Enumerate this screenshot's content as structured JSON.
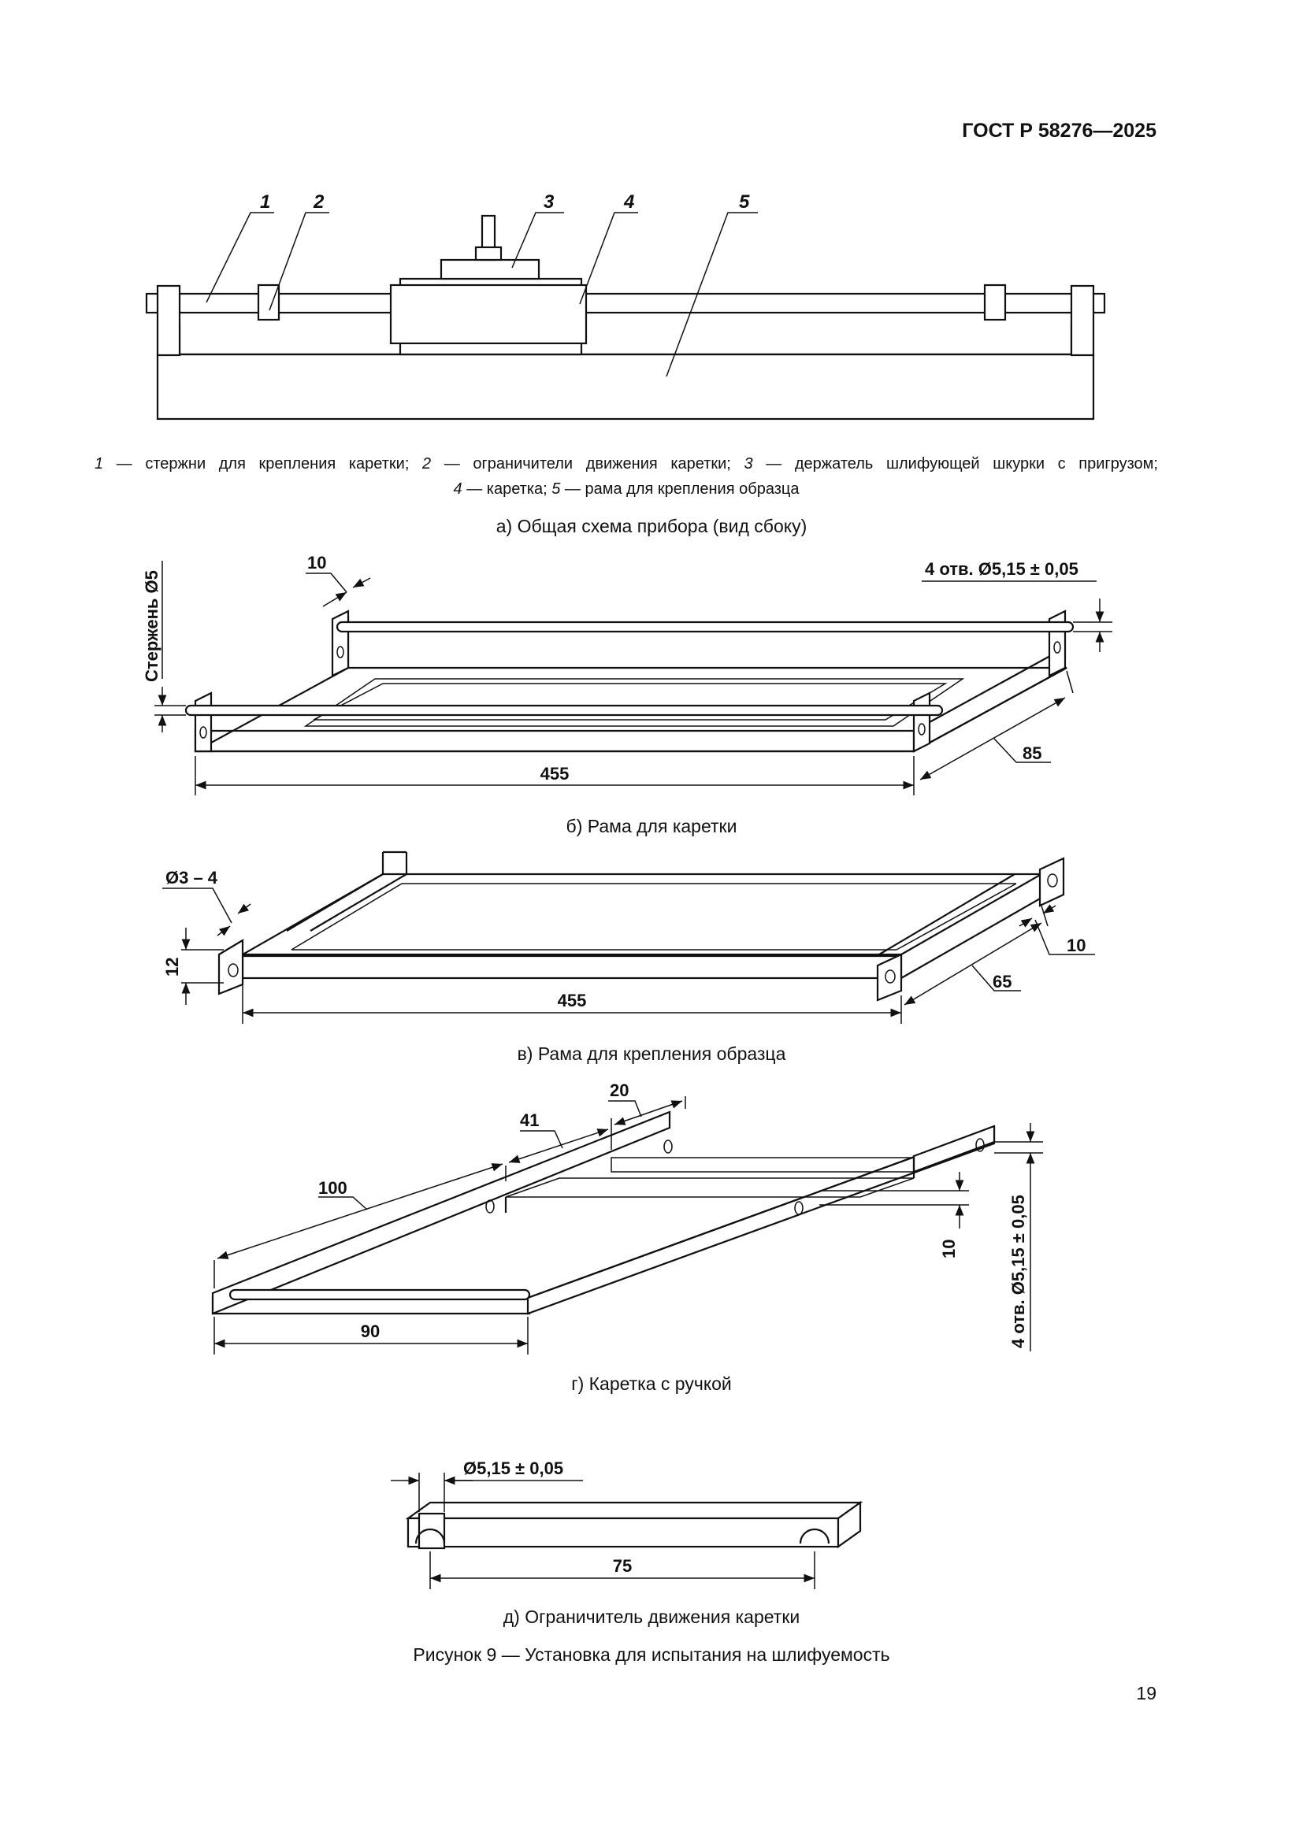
{
  "header": {
    "standard": "ГОСТ Р 58276—2025"
  },
  "figure_a": {
    "callouts": [
      "1",
      "2",
      "3",
      "4",
      "5"
    ],
    "legend": {
      "n1": "1",
      "t1": " — стержни для крепления каретки; ",
      "n2": "2",
      "t2": " — ограничители движения каретки; ",
      "n3": "3",
      "t3": " — держатель шлифующей шкурки с пригрузом;",
      "n4": "4",
      "t4": " — каретка; ",
      "n5": "5",
      "t5": " — рама для крепления образца"
    },
    "caption": "а) Общая схема прибора (вид сбоку)"
  },
  "figure_b": {
    "dims": {
      "d10": "10",
      "holes": "4 отв. Ø5,15 ± 0,05",
      "rod": "Стержень Ø5",
      "length": "455",
      "width": "85"
    },
    "caption": "б) Рама для каретки"
  },
  "figure_c": {
    "dims": {
      "dia": "Ø3 – 4",
      "h12": "12",
      "length": "455",
      "width": "65",
      "d10": "10"
    },
    "caption": "в) Рама для крепления образца"
  },
  "figure_d": {
    "dims": {
      "d20": "20",
      "d41": "41",
      "d100": "100",
      "d90": "90",
      "d10": "10",
      "holes": "4 отв. Ø5,15 ± 0,05"
    },
    "caption": "г) Каретка с ручкой"
  },
  "figure_e": {
    "dims": {
      "dia": "Ø5,15 ± 0,05",
      "length": "75"
    },
    "caption": "д) Ограничитель движения каретки"
  },
  "figure_title": "Рисунок 9 — Установка для испытания на шлифуемость",
  "page_number": "19"
}
